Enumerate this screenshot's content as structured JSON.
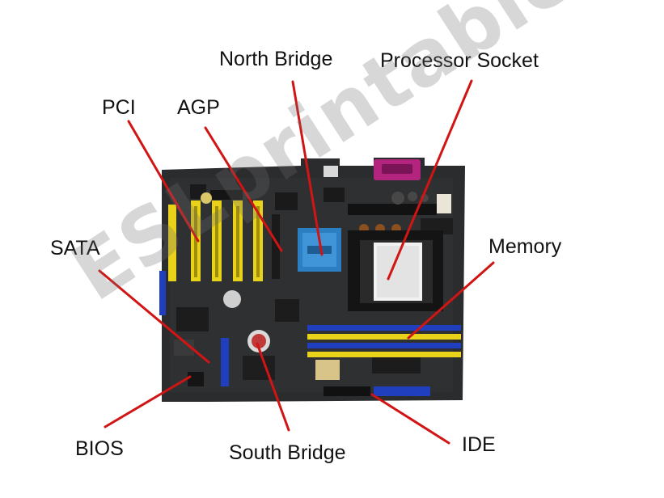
{
  "labels": {
    "north_bridge": "North Bridge",
    "processor_socket": "Processor Socket",
    "pci": "PCI",
    "agp": "AGP",
    "sata": "SATA",
    "memory": "Memory",
    "bios": "BIOS",
    "south_bridge": "South Bridge",
    "ide": "IDE"
  },
  "watermark": "ESLprintables.com",
  "colors": {
    "leader_line": "#d11414",
    "board": "#2a2b2d",
    "pci_slot": "#e8d21a",
    "memory_slot_yellow": "#e8d21a",
    "memory_slot_blue": "#1f3fbf",
    "north_bridge_heatsink": "#2d7fc4"
  }
}
